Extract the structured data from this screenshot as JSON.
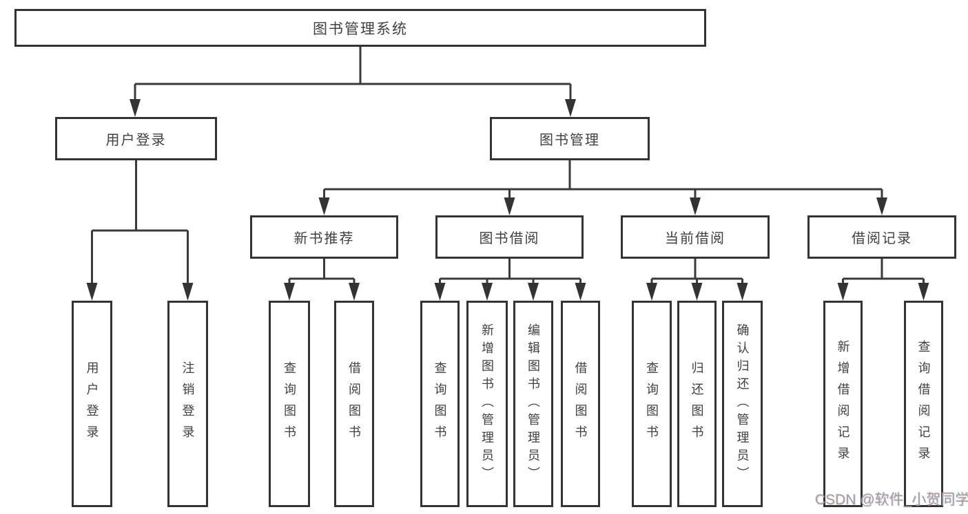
{
  "colors": {
    "background": "#ffffff",
    "box_border": "#333333",
    "connector_line": "#3a3a3a",
    "node_text": "#404040",
    "watermark_text": "#9f9f9f"
  },
  "diagram": {
    "root": {
      "label": "图书管理系统"
    },
    "level2": [
      {
        "label": "用户登录"
      },
      {
        "label": "图书管理"
      }
    ],
    "level3": [
      {
        "label": "新书推荐"
      },
      {
        "label": "图书借阅"
      },
      {
        "label": "当前借阅"
      },
      {
        "label": "借阅记录"
      }
    ],
    "leaves": {
      "login": [
        {
          "label": "用户登录"
        },
        {
          "label": "注销登录"
        }
      ],
      "newbook": [
        {
          "label": "查询图书"
        },
        {
          "label": "借阅图书"
        }
      ],
      "borrow": [
        {
          "label": "查询图书"
        },
        {
          "label": "新增图书（管理员）"
        },
        {
          "label": "编辑图书（管理员）"
        },
        {
          "label": "借阅图书"
        }
      ],
      "current": [
        {
          "label": "查询图书"
        },
        {
          "label": "归还图书"
        },
        {
          "label": "确认归还（管理员）"
        }
      ],
      "records": [
        {
          "label": "新增借阅记录"
        },
        {
          "label": "查询借阅记录"
        }
      ]
    }
  },
  "watermark": {
    "text": "CSDN @软件_小贺同学"
  }
}
